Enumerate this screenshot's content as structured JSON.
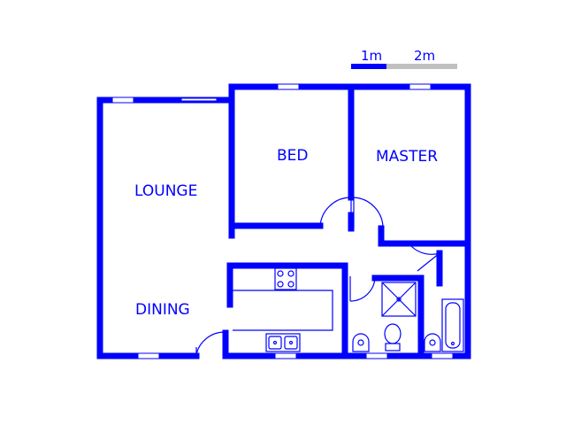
{
  "colors": {
    "wall": "#0000ff",
    "scale_secondary": "#c0c0c0",
    "background": "#ffffff"
  },
  "scale": {
    "label_1": "1m",
    "label_2": "2m"
  },
  "rooms": {
    "lounge": "LOUNGE",
    "dining": "DINING",
    "bed": "BED",
    "master": "MASTER"
  },
  "icons": [
    "stove-icon",
    "double-sink-icon",
    "shower-icon",
    "toilet-icon",
    "basin-icon",
    "bathtub-icon",
    "window-icon",
    "door-icon"
  ]
}
